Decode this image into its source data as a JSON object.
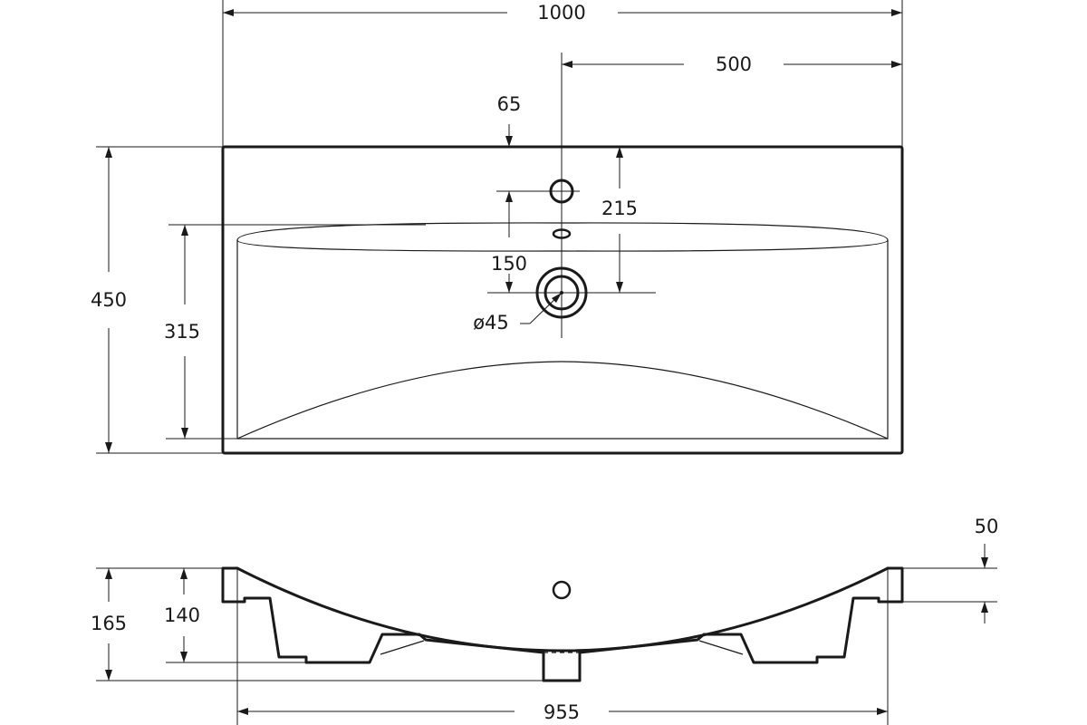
{
  "dimensions": {
    "overall_width": "1000",
    "half_width": "500",
    "overflow_offset": "65",
    "tap_hole_to_drain": "215",
    "drain_offset": "150",
    "drain_diameter": "ø45",
    "overall_depth": "450",
    "bowl_depth": "315",
    "rim_thickness": "50",
    "overall_height": "165",
    "bowl_height": "140",
    "bottom_width": "955"
  }
}
